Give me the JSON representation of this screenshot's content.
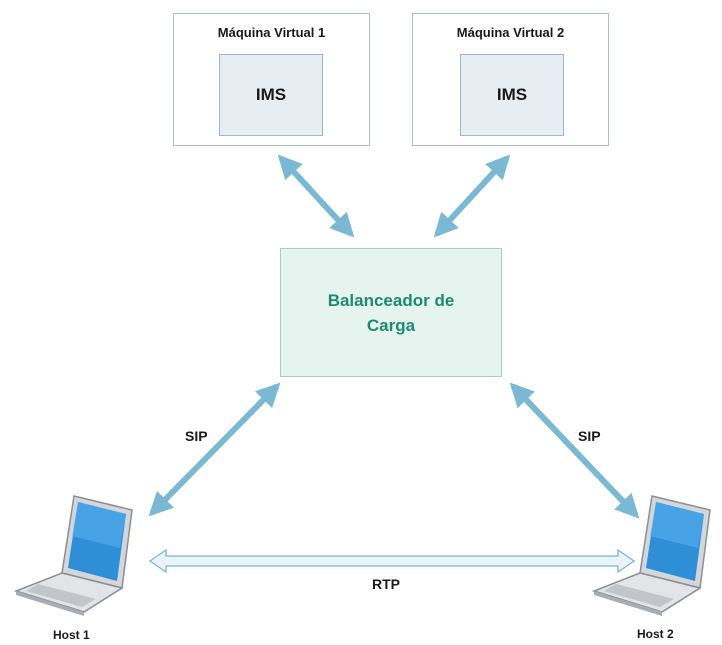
{
  "vms": [
    {
      "title": "Máquina Virtual 1",
      "app": "IMS"
    },
    {
      "title": "Máquina Virtual 2",
      "app": "IMS"
    }
  ],
  "load_balancer": {
    "label": "Balanceador de\nCarga"
  },
  "links": {
    "left": "SIP",
    "right": "SIP",
    "bottom": "RTP"
  },
  "hosts": [
    "Host 1",
    "Host 2"
  ],
  "colors": {
    "vm_border": "#a9c0cc",
    "ims_fill": "#e6eef3",
    "lb_fill": "#e6f4ef",
    "lb_text": "#1e8a70",
    "arrow": "#7ab8d4",
    "rtp_fill": "#e8f4fa"
  },
  "icons": [
    "laptop-icon",
    "laptop-icon"
  ]
}
